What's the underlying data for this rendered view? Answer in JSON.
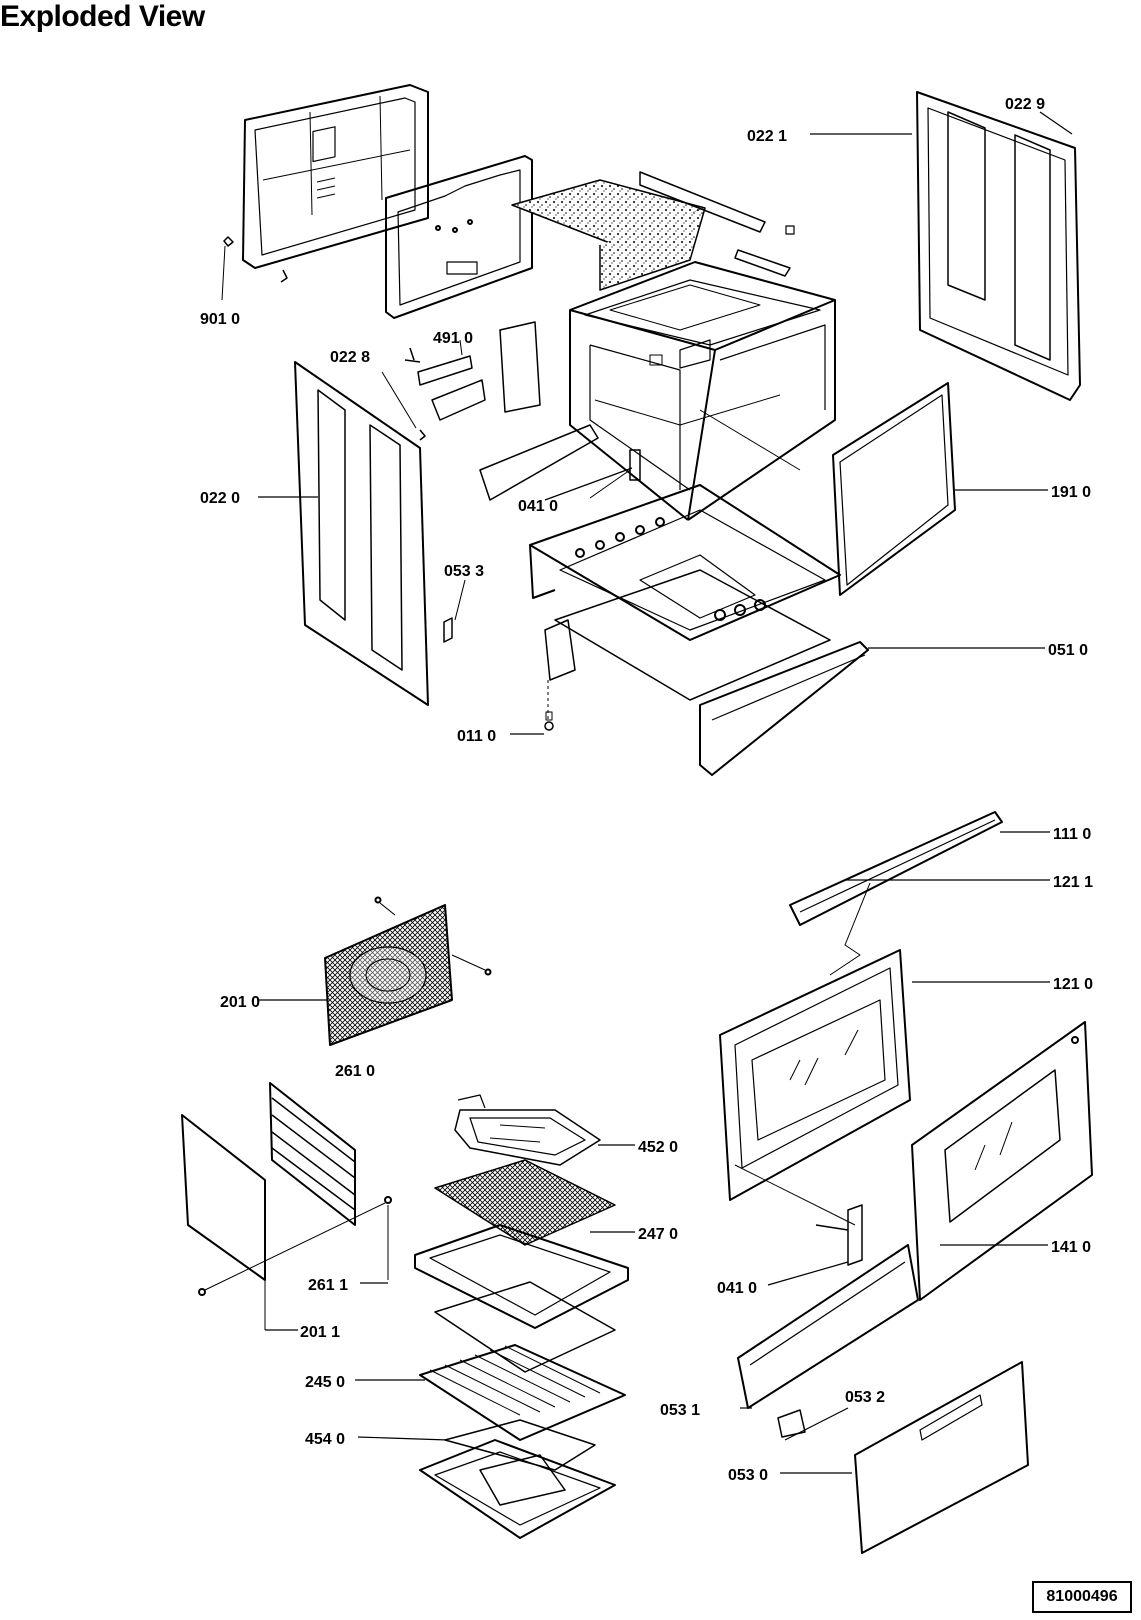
{
  "title": "Exploded View",
  "document_number": "81000496",
  "parts": {
    "p0229": "022 9",
    "p0221": "022 1",
    "p9010": "901 0",
    "p4910": "491 0",
    "p0228": "022 8",
    "p0220": "022 0",
    "p0410_top": "041 0",
    "p1910": "191 0",
    "p0533": "053 3",
    "p0510": "051 0",
    "p0110": "011 0",
    "p1110": "111 0",
    "p1211": "121 1",
    "p1210": "121 0",
    "p2010": "201 0",
    "p2610": "261 0",
    "p4520": "452 0",
    "p2470": "247 0",
    "p0410_bottom": "041 0",
    "p1410": "141 0",
    "p2611": "261 1",
    "p2011": "201 1",
    "p2450": "245 0",
    "p0532": "053 2",
    "p0531": "053 1",
    "p4540": "454 0",
    "p0530": "053 0"
  }
}
